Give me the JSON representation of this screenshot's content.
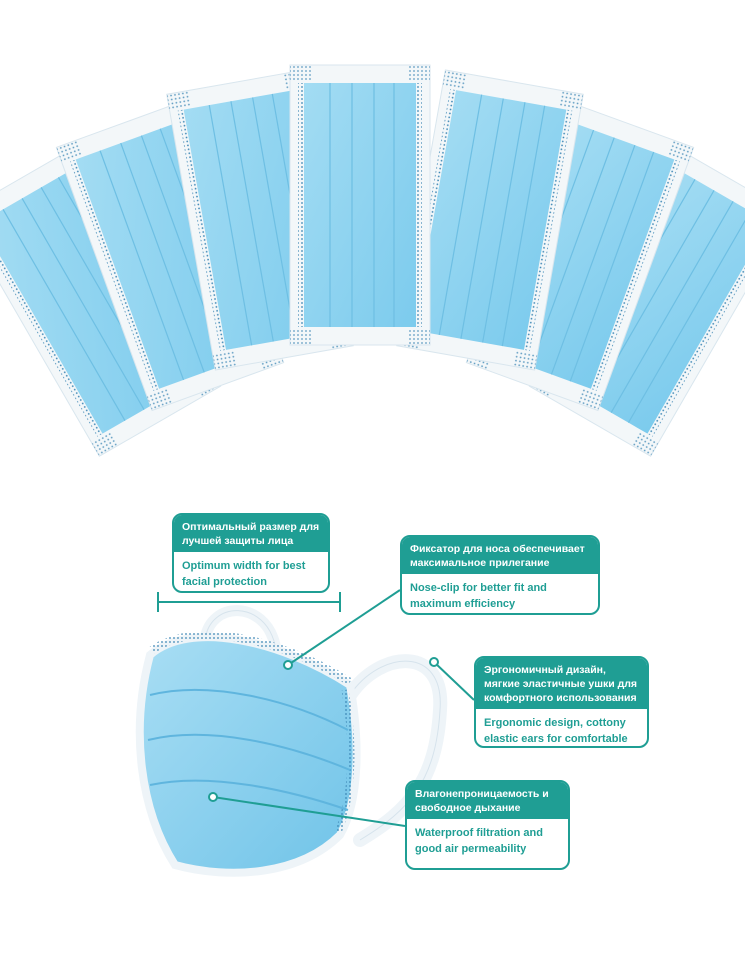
{
  "callouts": {
    "width": {
      "ru": "Оптимальный размер для лучшей защиты лица",
      "en": "Optimum width for best facial protection",
      "icon": "width-dimension-icon"
    },
    "nose": {
      "ru": "Фиксатор для носа обеспечивает максимальное прилегание",
      "en": "Nose-clip for better fit and maximum efficiency"
    },
    "ears": {
      "ru": "Эргономичный дизайн, мягкие эластичные ушки для комфортного использования",
      "en": "Ergonomic design, cottony elastic ears for comfortable use"
    },
    "water": {
      "ru": "Влагонепроницаемость и свободное дыхание",
      "en": "Waterproof filtration and good air permeability"
    }
  },
  "colors": {
    "accent": "#1f9e94",
    "mask_blue": "#8fd3ef",
    "mask_blue_dark": "#6cc0e6",
    "mask_edge": "#f4f8fa"
  }
}
